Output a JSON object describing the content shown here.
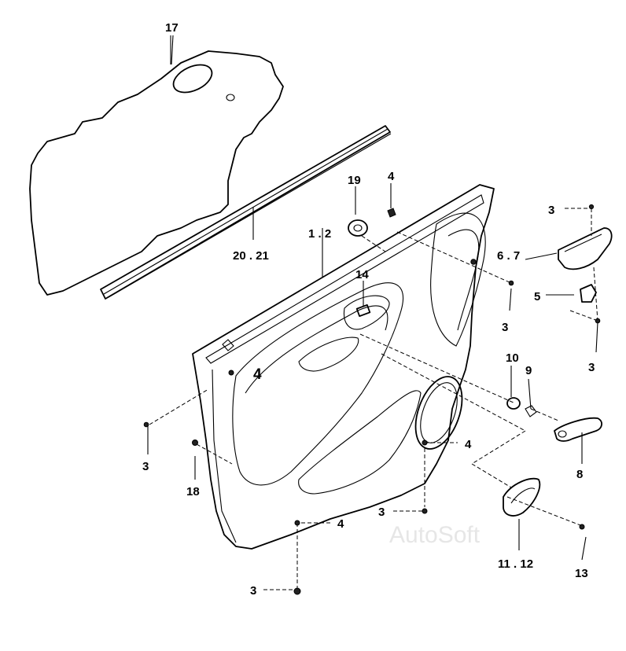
{
  "watermark": "AutoSoft",
  "callouts": {
    "c17": "17",
    "c20_21": "20 . 21",
    "c1_2": "1 . 2",
    "c19": "19",
    "c4_top": "4",
    "c14": "14",
    "c3_topright": "3",
    "c6_7": "6 . 7",
    "c5": "5",
    "c3_right_a": "3",
    "c3_right_b": "3",
    "c4_panel": "4",
    "c10": "10",
    "c9": "9",
    "c8": "8",
    "c3_left": "3",
    "c18": "18",
    "c4_speaker": "4",
    "c3_bottom_mid": "3",
    "c4_bottom": "4",
    "c11_12": "11 . 12",
    "c13": "13",
    "c3_bottom": "3"
  }
}
